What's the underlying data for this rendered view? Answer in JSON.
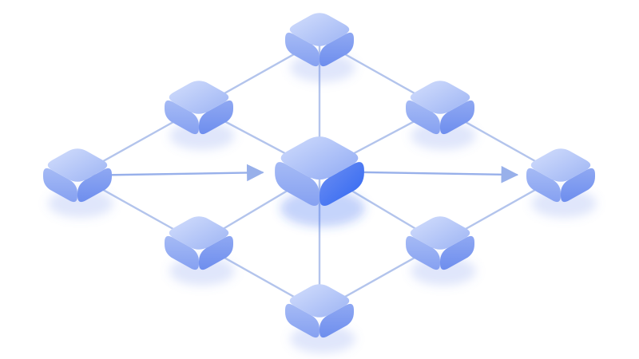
{
  "diagram": {
    "style": "isometric network of rounded cube nodes",
    "colors": {
      "background": "#ffffff",
      "edge": "#b3c4ec",
      "arrow": "#98b0ea",
      "node_top_light": "#cfdbfb",
      "node_top_dark": "#9fb6f4",
      "node_side_light": "#8ea8f2",
      "node_side_dark": "#6f8fee",
      "hub_accent": "#2f66f2"
    },
    "nodes": [
      {
        "id": "top",
        "role": "node"
      },
      {
        "id": "upper-left",
        "role": "node"
      },
      {
        "id": "upper-right",
        "role": "node"
      },
      {
        "id": "far-left",
        "role": "source"
      },
      {
        "id": "center",
        "role": "hub"
      },
      {
        "id": "far-right",
        "role": "sink"
      },
      {
        "id": "lower-left",
        "role": "node"
      },
      {
        "id": "lower-right",
        "role": "node"
      },
      {
        "id": "bottom",
        "role": "node"
      }
    ],
    "edges": [
      {
        "from": "top",
        "to": "upper-left",
        "directed": false
      },
      {
        "from": "top",
        "to": "upper-right",
        "directed": false
      },
      {
        "from": "top",
        "to": "center",
        "directed": false
      },
      {
        "from": "upper-left",
        "to": "far-left",
        "directed": false
      },
      {
        "from": "upper-left",
        "to": "center",
        "directed": false
      },
      {
        "from": "upper-right",
        "to": "center",
        "directed": false
      },
      {
        "from": "upper-right",
        "to": "far-right",
        "directed": false
      },
      {
        "from": "far-left",
        "to": "center",
        "directed": true
      },
      {
        "from": "center",
        "to": "far-right",
        "directed": true
      },
      {
        "from": "far-left",
        "to": "lower-left",
        "directed": false
      },
      {
        "from": "lower-left",
        "to": "center",
        "directed": false
      },
      {
        "from": "lower-left",
        "to": "bottom",
        "directed": false
      },
      {
        "from": "center",
        "to": "lower-right",
        "directed": false
      },
      {
        "from": "center",
        "to": "bottom",
        "directed": false
      },
      {
        "from": "lower-right",
        "to": "far-right",
        "directed": false
      },
      {
        "from": "lower-right",
        "to": "bottom",
        "directed": false
      }
    ]
  }
}
